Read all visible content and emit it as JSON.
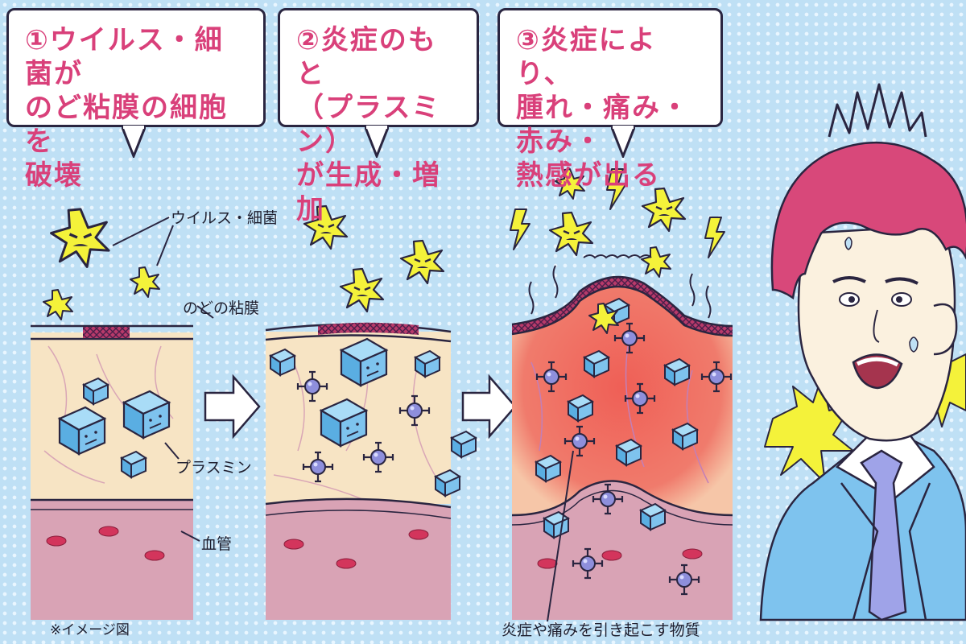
{
  "bubbles": [
    {
      "text": "①ウイルス・細菌が\nのど粘膜の細胞を\n破壊"
    },
    {
      "text": "②炎症のもと\n（プラスミン）\nが生成・増加"
    },
    {
      "text": "③炎症により、\n腫れ・痛み・赤み・\n熱感が出る"
    }
  ],
  "labels": {
    "virus": "ウイルス・細菌",
    "mucosa": "のどの粘膜",
    "plasmin": "プラスミン",
    "vessel": "血管",
    "substance": "炎症や痛みを引き起こす物質"
  },
  "note": "※イメージ図",
  "colors": {
    "background": "#bfe0f5",
    "accent_text": "#d9407a",
    "tissue": "#f7e4c4",
    "vessel_layer": "#d9a3b5",
    "inflamed": "#e96a5e",
    "virus": "#f4f23a",
    "plasmin_block": "#7ec3ee",
    "substance": "#8e8fdc"
  }
}
